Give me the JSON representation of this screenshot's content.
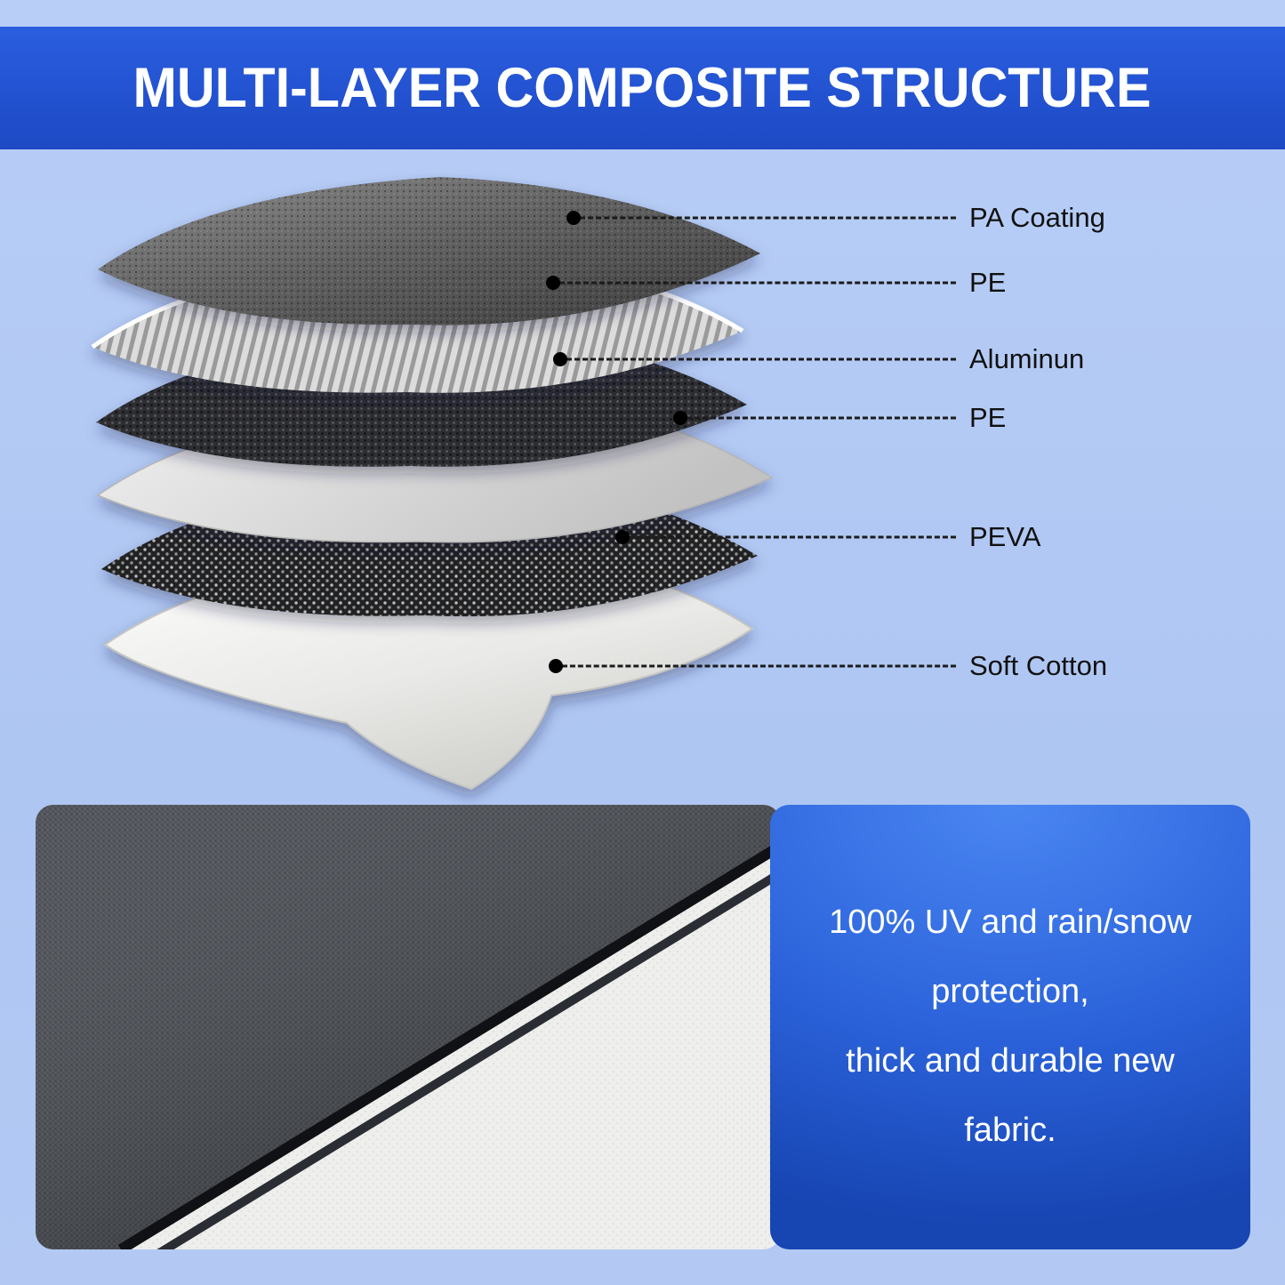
{
  "banner": {
    "title": "MULTI-LAYER COMPOSITE STRUCTURE"
  },
  "diagram": {
    "layers": [
      {
        "label": "PA Coating"
      },
      {
        "label": "PE"
      },
      {
        "label": "Aluminun"
      },
      {
        "label": "PE"
      },
      {
        "label": "PEVA"
      },
      {
        "label": "Soft Cotton"
      }
    ]
  },
  "feature_panel": {
    "text": "100% UV and rain/snow\nprotection,\nthick and durable new\nfabric."
  },
  "colors": {
    "background": "#aec6f2",
    "banner_blue_top": "#2a5ee0",
    "banner_blue_bottom": "#1d49c4",
    "panel_blue_top": "#4a86f2",
    "panel_blue_bottom": "#1745b2",
    "label_text": "#111111",
    "title_text": "#ffffff"
  }
}
